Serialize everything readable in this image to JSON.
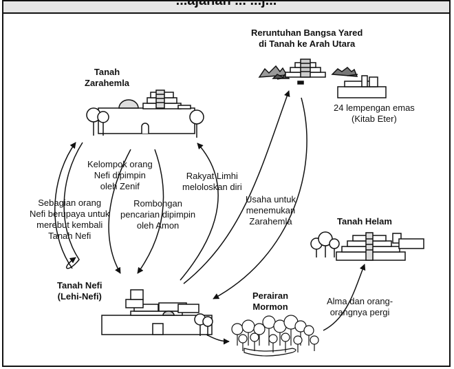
{
  "title": "...ajahan ... ...j...",
  "places": {
    "zarahemla": {
      "line1": "Tanah",
      "line2": "Zarahemla"
    },
    "yared": {
      "line1": "Reruntuhan Bangsa Yared",
      "line2": "di Tanah ke Arah Utara"
    },
    "plates": {
      "line1": "24 lempengan emas",
      "line2": "(Kitab Eter)"
    },
    "nefi": {
      "line1": "Tanah Nefi",
      "line2": "(Lehi-Nefi)"
    },
    "mormon": {
      "line1": "Perairan",
      "line2": "Mormon"
    },
    "helam": {
      "line1": "Tanah Helam"
    }
  },
  "journeys": {
    "sebagian": [
      "Sebagian orang",
      "Nefi berupaya untuk",
      "merebut kembali",
      "Tanah Nefi"
    ],
    "zenif": [
      "Kelompok orang",
      "Nefi dipimpin",
      "oleh Zenif"
    ],
    "amon": [
      "Rombongan",
      "pencarian dipimpin",
      "oleh Amon"
    ],
    "limhi": [
      "Rakyat Limhi",
      "meloloskan diri"
    ],
    "usaha": [
      "Usaha untuk",
      "menemukan",
      "Zarahemla"
    ],
    "alma": [
      "Alma dan orang-",
      "orangnya pergi"
    ]
  }
}
